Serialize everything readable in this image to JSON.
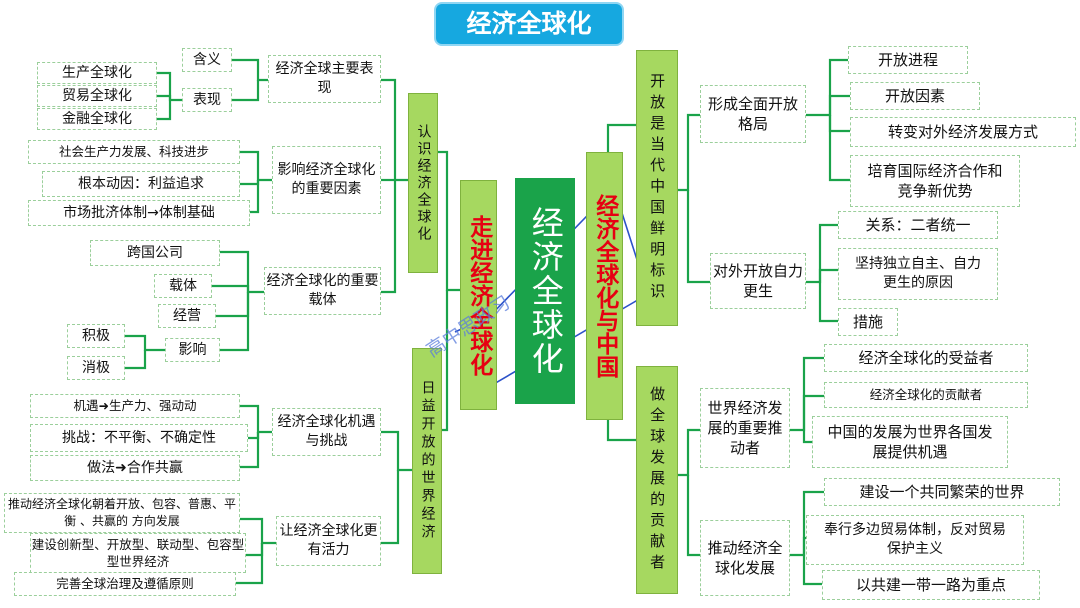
{
  "title": "经济全球化",
  "center": "经济全球化",
  "left_branch": "走进经济全球化",
  "right_branch": "经济全球化与中国",
  "watermark": "高中思政习",
  "colors": {
    "title_bg": "#16a8e0",
    "center_bg": "#1aa34a",
    "box_green": "#a6d860",
    "line": "#1aa34a",
    "branch_text": "#e60012"
  },
  "left": {
    "renshi": {
      "label": "认识经济全球化",
      "biaoxian": {
        "label": "经济全球主要表现",
        "hanyi": "含义",
        "biaoxian_label": "表现",
        "items": [
          "生产全球化",
          "贸易全球化",
          "金融全球化"
        ]
      },
      "yinsu": {
        "label": "影响经济全球化的重要因素",
        "items": [
          "社会生产力发展、科技进步",
          "根本动因：利益追求",
          "市场批济体制→体制基础"
        ]
      },
      "zaiti": {
        "label": "经济全球化的重要载体",
        "company": "跨国公司",
        "zaiti": "载体",
        "jingying": "经营",
        "yingxiang": "影响",
        "jiji": "积极",
        "xiaoji": "消极"
      }
    },
    "rikai": {
      "label": "日益开放的世界经济",
      "jiyu": {
        "label": "经济全球化机遇与挑战",
        "items": [
          "机遇➜生产力、强动动",
          "挑战：不平衡、不确定性",
          "做法➜合作共赢"
        ]
      },
      "huoli": {
        "label": "让经济全球化更有活力",
        "items": [
          "推动经济全球化朝着开放、包容、普惠、平衡 、共赢的 方向发展",
          "建设创新型、开放型、联动型、包容型型世界经济",
          "完善全球治理及遵循原则"
        ]
      }
    }
  },
  "right": {
    "kaifang": {
      "label": "开放是当代中国鲜明标识",
      "geju": {
        "label": "形成全面开放格局",
        "items": [
          "开放进程",
          "开放因素",
          "转变对外经济发展方式",
          "培育国际经济合作和竞争新优势"
        ]
      },
      "zili": {
        "label": "对外开放自力更生",
        "items": [
          "关系：二者统一",
          "坚持独立自主、自力更生的原因",
          "措施"
        ]
      }
    },
    "gongxian": {
      "label": "做全球发展的贡献者",
      "tuidong": {
        "label": "世界经济发展的重要推动者",
        "items": [
          "经济全球化的受益者",
          "经济全球化的贡献者",
          "中国的发展为世界各国发展提供机遇"
        ]
      },
      "fazhan": {
        "label": "推动经济全球化发展",
        "items": [
          "建设一个共同繁荣的世界",
          "奉行多边贸易体制，反对贸易保护主义",
          "以共建一带一路为重点"
        ]
      }
    }
  }
}
